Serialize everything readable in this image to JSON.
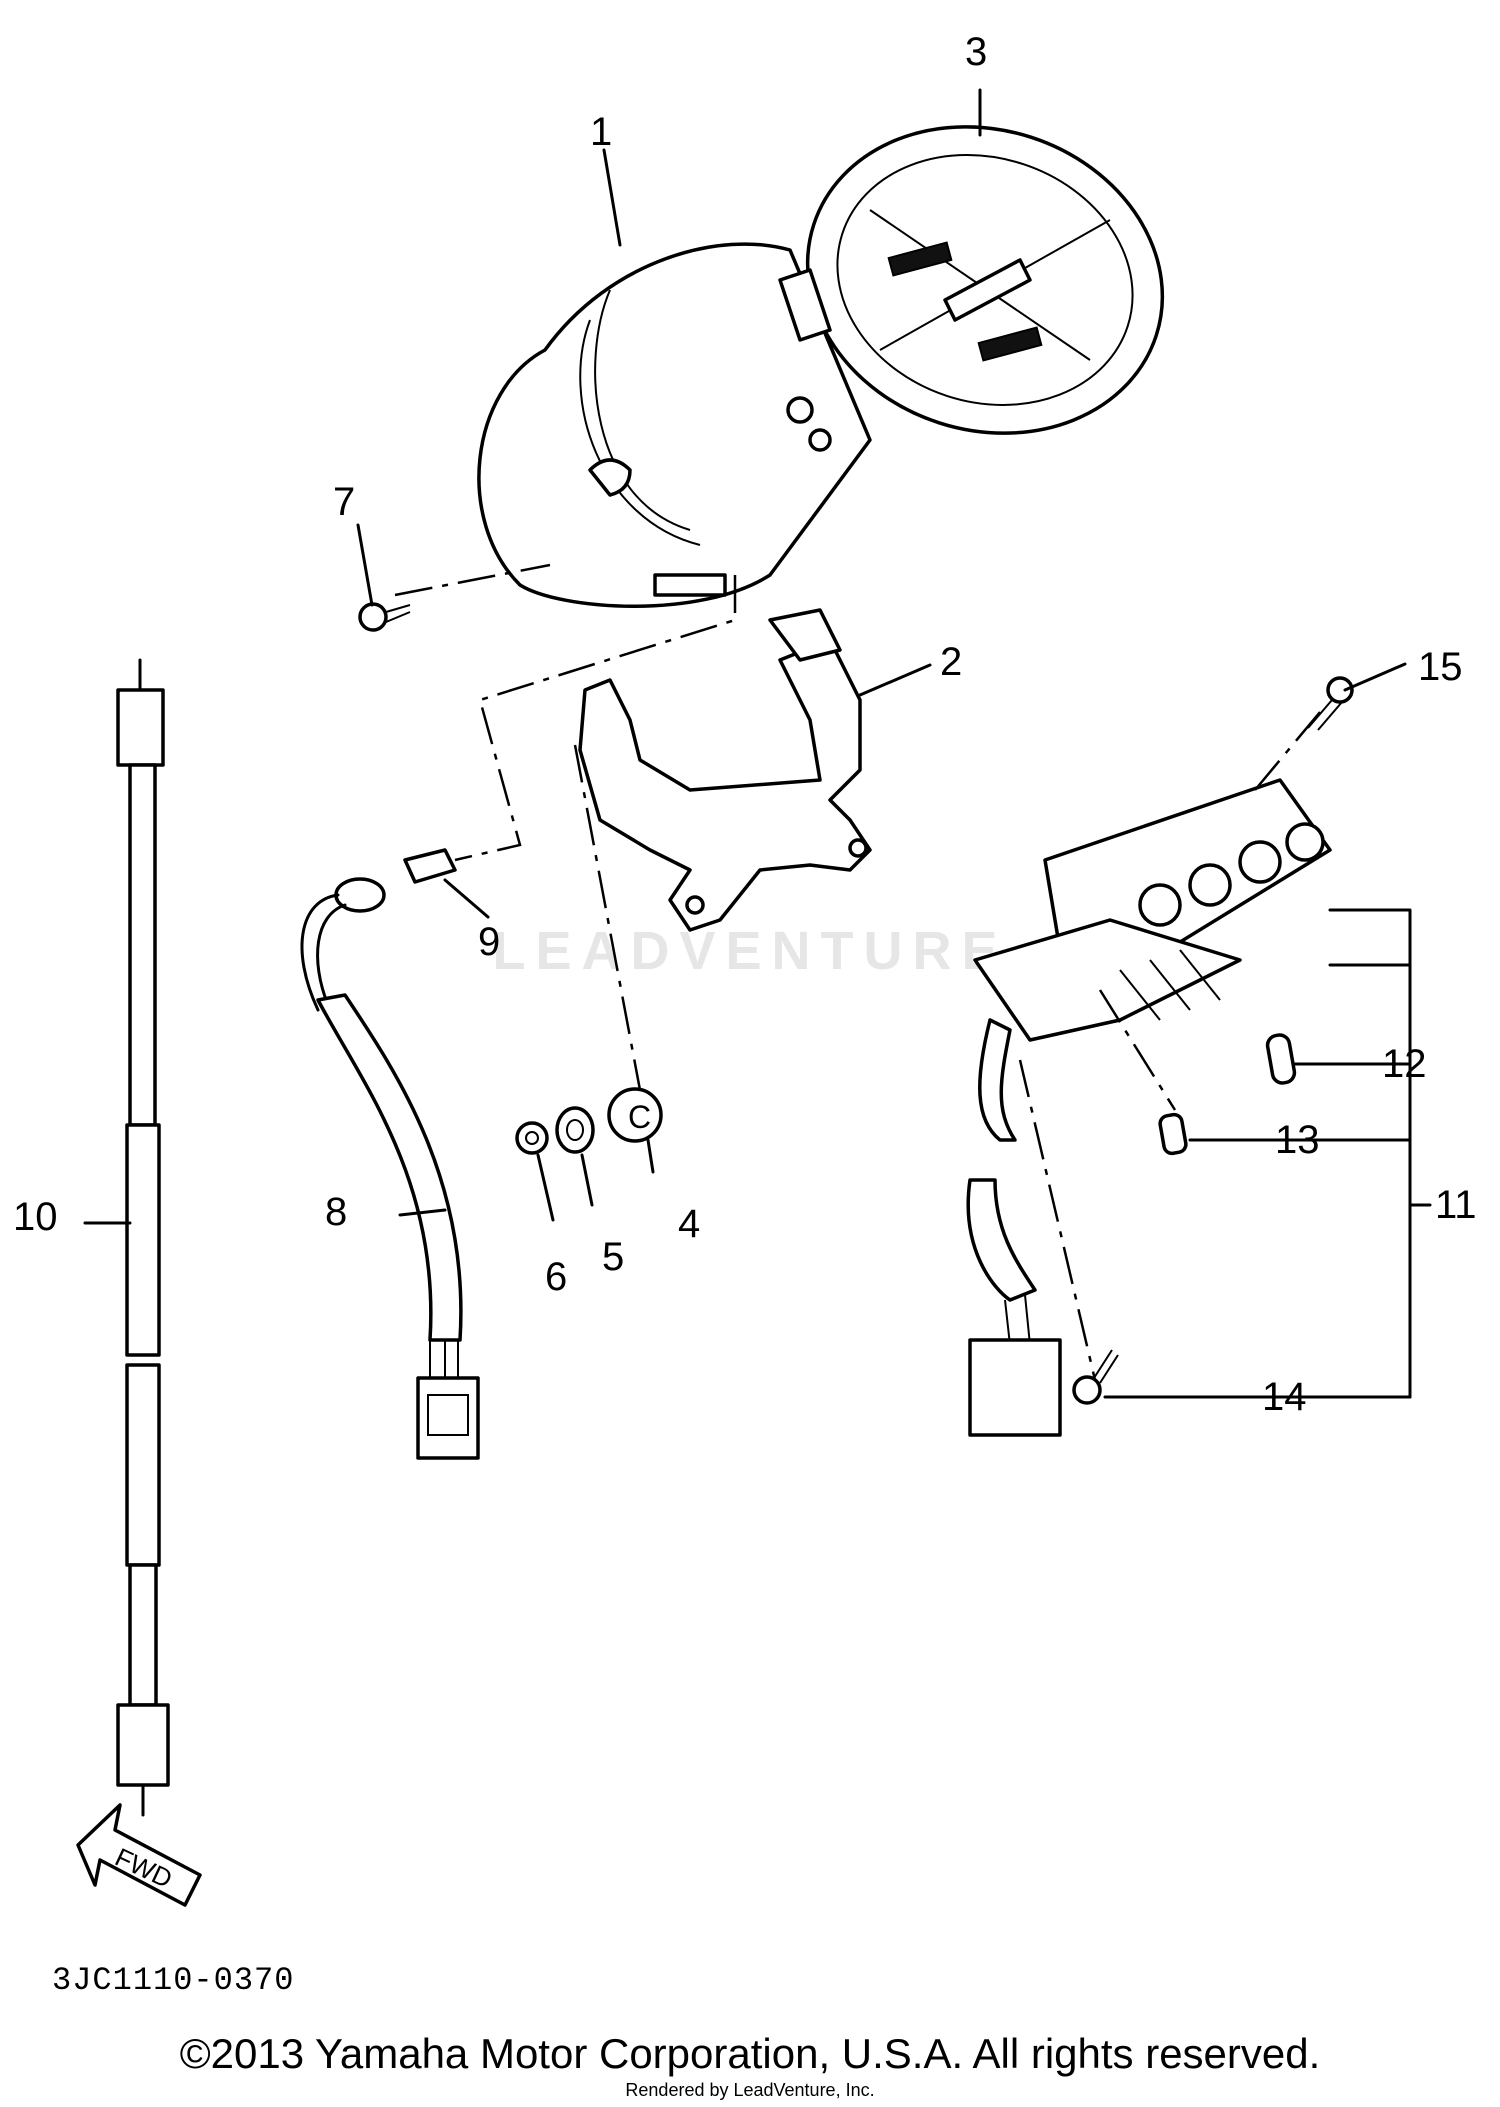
{
  "callouts": [
    {
      "label": "1"
    },
    {
      "label": "2"
    },
    {
      "label": "3"
    },
    {
      "label": "4"
    },
    {
      "label": "5"
    },
    {
      "label": "6"
    },
    {
      "label": "7"
    },
    {
      "label": "8"
    },
    {
      "label": "9"
    },
    {
      "label": "10"
    },
    {
      "label": "11"
    },
    {
      "label": "12"
    },
    {
      "label": "13"
    },
    {
      "label": "14"
    },
    {
      "label": "15"
    }
  ],
  "arrow_label": "FWD",
  "diagram_code": "3JC1110-0370",
  "copyright": "©2013 Yamaha Motor Corporation, U.S.A. All rights reserved.",
  "rendered_by": "Rendered by LeadVenture, Inc.",
  "watermark": "LEADVENTURE"
}
